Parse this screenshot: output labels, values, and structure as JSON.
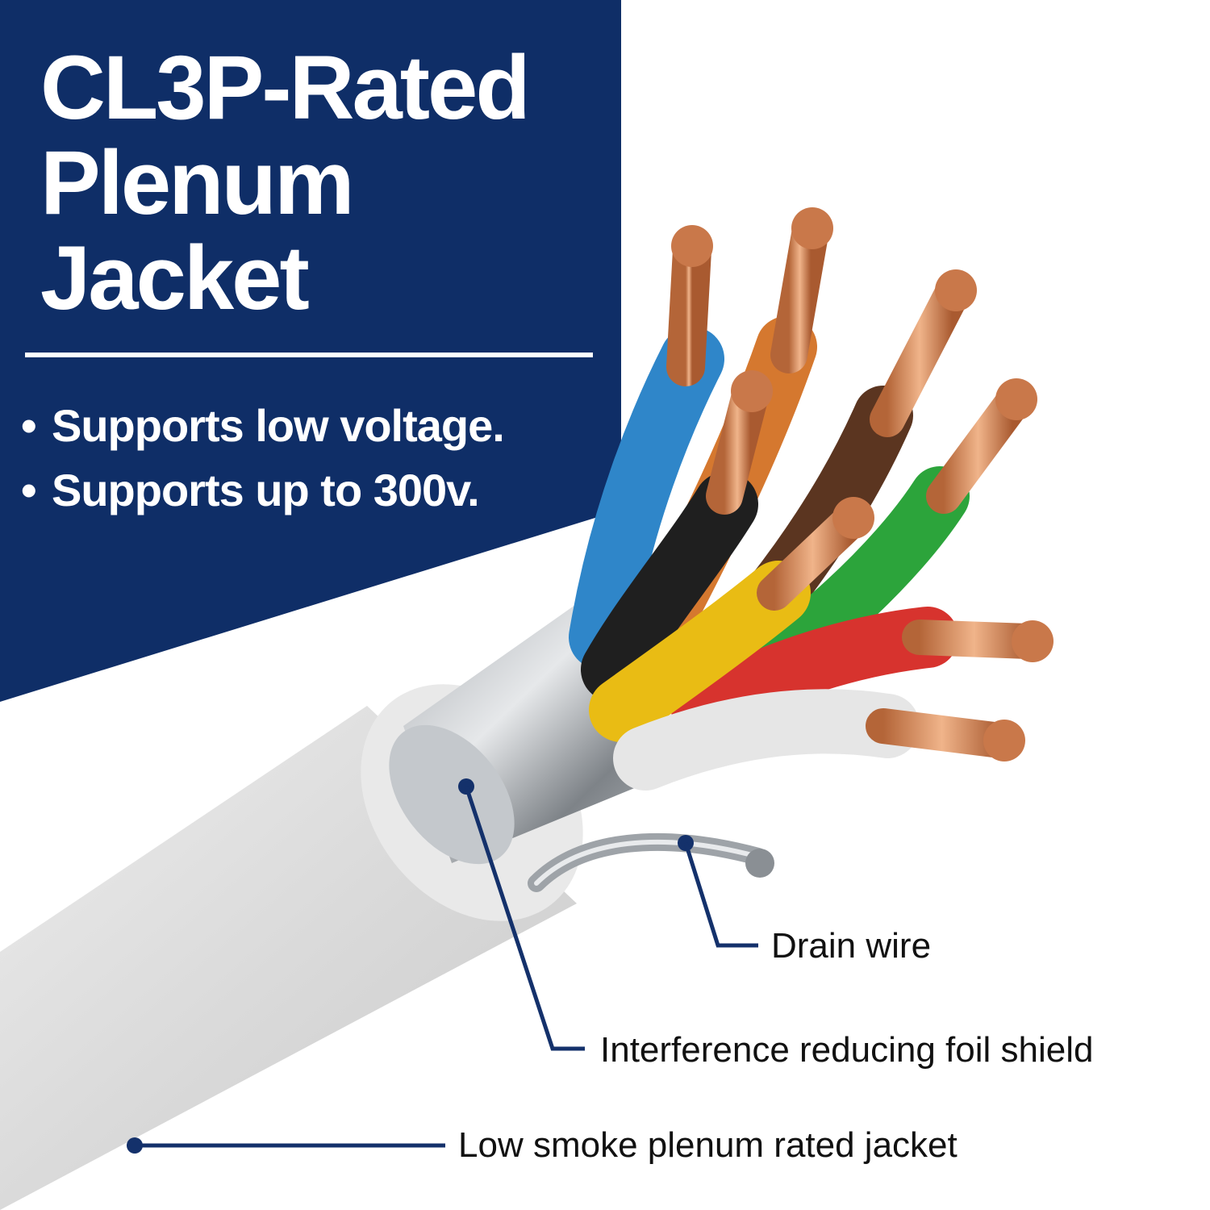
{
  "headline": {
    "lines": [
      "CL3P-Rated",
      "Plenum",
      "Jacket"
    ]
  },
  "features": [
    {
      "bullet": "•",
      "text": "Supports low voltage."
    },
    {
      "bullet": "•",
      "text": "Supports up to 300v."
    }
  ],
  "callouts": {
    "drain_wire": "Drain wire",
    "foil_shield": "Interference reducing foil shield",
    "jacket": "Low smoke plenum rated jacket"
  },
  "colors": {
    "navy_panel": "#0f2e67",
    "callout_line": "#14316b",
    "jacket_gray": "#dcdcdc",
    "copper": "#d9895a",
    "wire_colors": {
      "blue": "#2f86c9",
      "orange": "#d5782f",
      "brown": "#5b3520",
      "green": "#2ca43b",
      "black": "#1f1f1f",
      "yellow": "#e9bc14",
      "red": "#d7332e",
      "white": "#e6e6e6"
    }
  }
}
